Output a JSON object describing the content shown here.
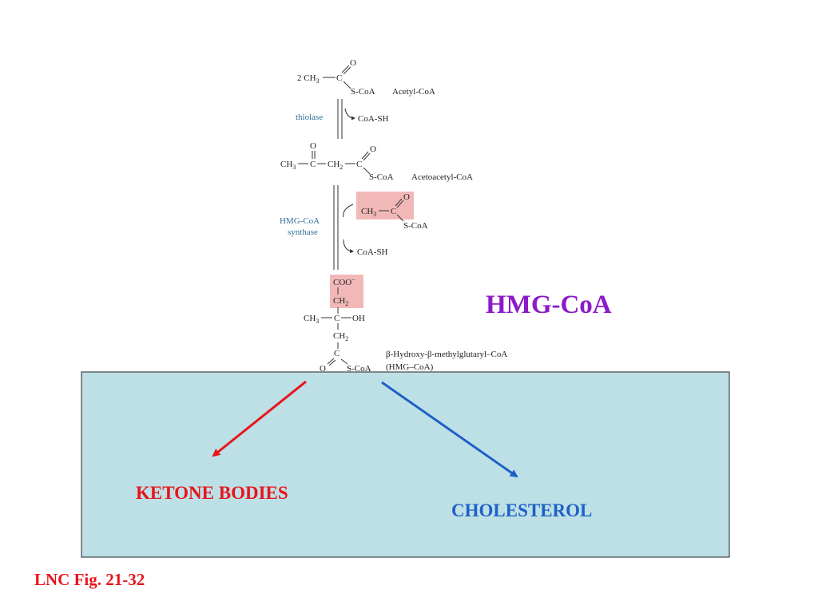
{
  "colors": {
    "panel_fill": "#bde0e6",
    "highlight": "#f2b8b8",
    "enzyme_text": "#2f6f9a",
    "ketone": "#e8141c",
    "cholesterol": "#1f5fc8",
    "hmg_title": "#8b1ac9",
    "caption": "#e8141c"
  },
  "pathway": {
    "acetyl": {
      "prefix": "2 CH",
      "sub": "3",
      "carbonyl_o": "O",
      "scoa": "S-CoA",
      "name": "Acetyl-CoA"
    },
    "step1": {
      "enzyme": "thiolase",
      "released": "CoA-SH"
    },
    "acetoacetyl": {
      "o_top_left": "O",
      "o_top_right": "O",
      "ch3": "CH",
      "ch3_sub": "3",
      "c1": "C",
      "ch2": "CH",
      "ch2_sub": "2",
      "c2": "C",
      "scoa": "S-CoA",
      "name": "Acetoacetyl-CoA"
    },
    "step2": {
      "enzyme_line1": "HMG-CoA",
      "enzyme_line2": "synthase",
      "added_ch3": "CH",
      "added_ch3_sub": "3",
      "added_c": "C",
      "added_o": "O",
      "added_scoa": "S-CoA",
      "released": "CoA-SH"
    },
    "hmg": {
      "coo": "COO",
      "coo_charge": "−",
      "ch2_top": "CH",
      "ch2_top_sub": "2",
      "ch3": "CH",
      "ch3_sub": "3",
      "c_center": "C",
      "oh": "OH",
      "ch2_bottom": "CH",
      "ch2_bottom_sub": "2",
      "c_bottom": "C",
      "o_bottom": "O",
      "scoa": "S-CoA",
      "name_line1": "β-Hydroxy-β-methylglutaryl–CoA",
      "name_line2": "(HMG–CoA)"
    }
  },
  "title": "HMG-CoA",
  "branches": {
    "ketone": "KETONE BODIES",
    "cholesterol": "CHOLESTEROL"
  },
  "caption": "LNC Fig. 21-32"
}
